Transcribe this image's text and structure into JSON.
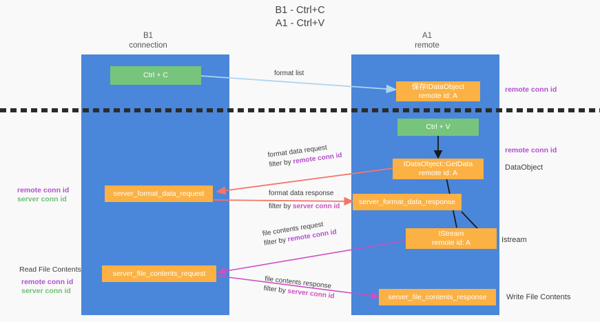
{
  "title": {
    "line1": "B1 - Ctrl+C",
    "line2": "A1 - Ctrl+V"
  },
  "columns": [
    {
      "name": "B1",
      "role": "connection"
    },
    {
      "name": "A1",
      "role": "remote"
    }
  ],
  "boxes": {
    "ctrl_c": "Ctrl + C",
    "save_dataobject": "保存IDataObject\nremote id: A",
    "ctrl_v": "Ctrl + V",
    "getdata": "IDataObject::GetData\nremote id: A",
    "server_format_data_request": "server_format_data_request",
    "server_format_data_response": "server_format_data_response",
    "istream": "IStream\nremote id: A",
    "server_file_contents_request": "server_file_contents_request",
    "server_file_contents_response": "server_file_contents_response"
  },
  "arrow_labels": {
    "format_list": "format list",
    "format_data_request": "format data request",
    "format_data_request_filter_prefix": "filter by ",
    "format_data_request_filter_key": "remote conn id",
    "format_data_response": "format data response",
    "format_data_response_filter_prefix": "filter by ",
    "format_data_response_filter_key": "server conn id",
    "file_contents_request": "file contents request",
    "file_contents_request_filter_prefix": "filter by ",
    "file_contents_request_filter_key": "remote conn id",
    "file_contents_response": "file contents response",
    "file_contents_response_filter_prefix": "filter by ",
    "file_contents_response_filter_key": "server conn id"
  },
  "annotations": {
    "right_remote_conn_id_top": "remote conn id",
    "right_remote_conn_id_mid": "remote conn id",
    "right_dataobject": "DataObject",
    "right_istream": "Istream",
    "right_write_file_contents": "Write File Contents",
    "left_remote_conn_id_mid": "remote conn id",
    "left_server_conn_id_mid": "server conn id",
    "left_read_file_contents": "Read File Contents",
    "left_remote_conn_id_bottom": "remote conn id",
    "left_server_conn_id_bottom": "server conn id"
  },
  "colors": {
    "lane": "#4a86d9",
    "green_box": "#77c47c",
    "orange_box": "#fbb144",
    "purple_text": "#b34fd0",
    "green_text": "#6fbf73",
    "arrow_lightblue": "#aed4f0",
    "arrow_red": "#f4756b",
    "arrow_magenta": "#cc4fc4",
    "arrow_black": "#1a1a1a",
    "divider": "#2b2b2b",
    "background": "#f9f9f9"
  }
}
